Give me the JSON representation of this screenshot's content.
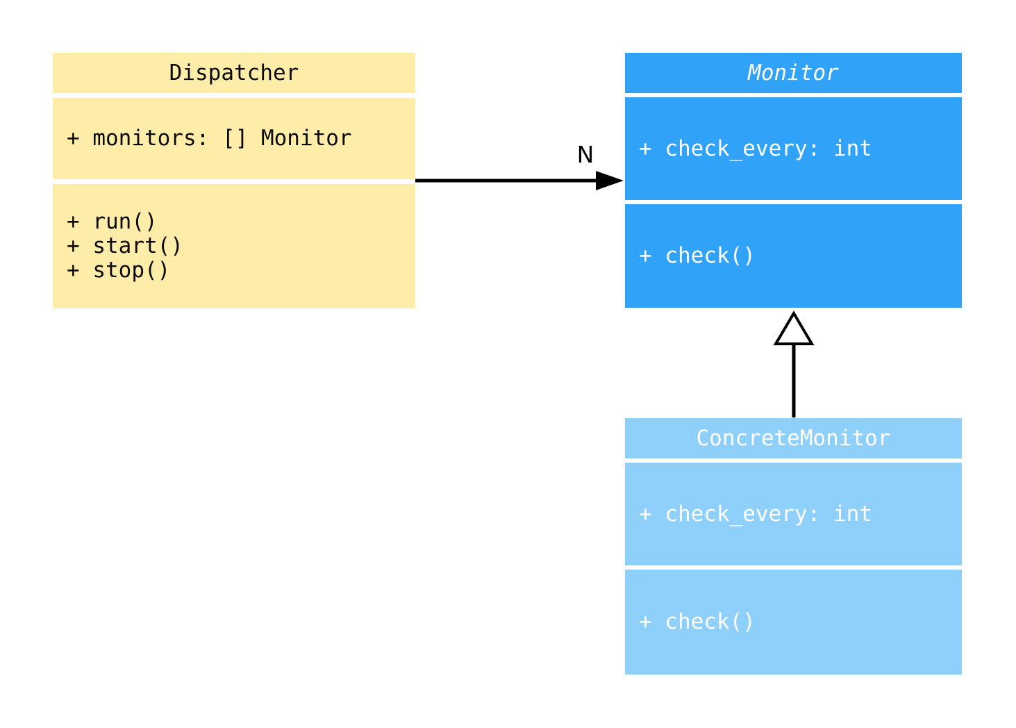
{
  "diagram": {
    "type": "uml-class-diagram",
    "background_color": "#ffffff"
  },
  "classes": [
    {
      "name": "Dispatcher",
      "abstract": false,
      "fill_color": "#feeca9",
      "text_color": "#0b0b0b",
      "attributes": [
        "+ monitors: [] Monitor"
      ],
      "methods": [
        "+ run()",
        "+ start()",
        "+ stop()"
      ]
    },
    {
      "name": "Monitor",
      "abstract": true,
      "fill_color": "#30a3f8",
      "text_color": "#ffffff",
      "attributes": [
        "+ check_every: int"
      ],
      "methods": [
        "+ check()"
      ]
    },
    {
      "name": "ConcreteMonitor",
      "abstract": false,
      "fill_color": "#8fd0fa",
      "text_color": "#ffffff",
      "attributes": [
        "+ check_every: int"
      ],
      "methods": [
        "+ check()"
      ]
    }
  ],
  "relations": [
    {
      "type": "association",
      "from": "Dispatcher",
      "to": "Monitor",
      "label": "N",
      "line_color": "#000000"
    },
    {
      "type": "inheritance",
      "from": "ConcreteMonitor",
      "to": "Monitor",
      "label": "",
      "line_color": "#000000"
    }
  ]
}
